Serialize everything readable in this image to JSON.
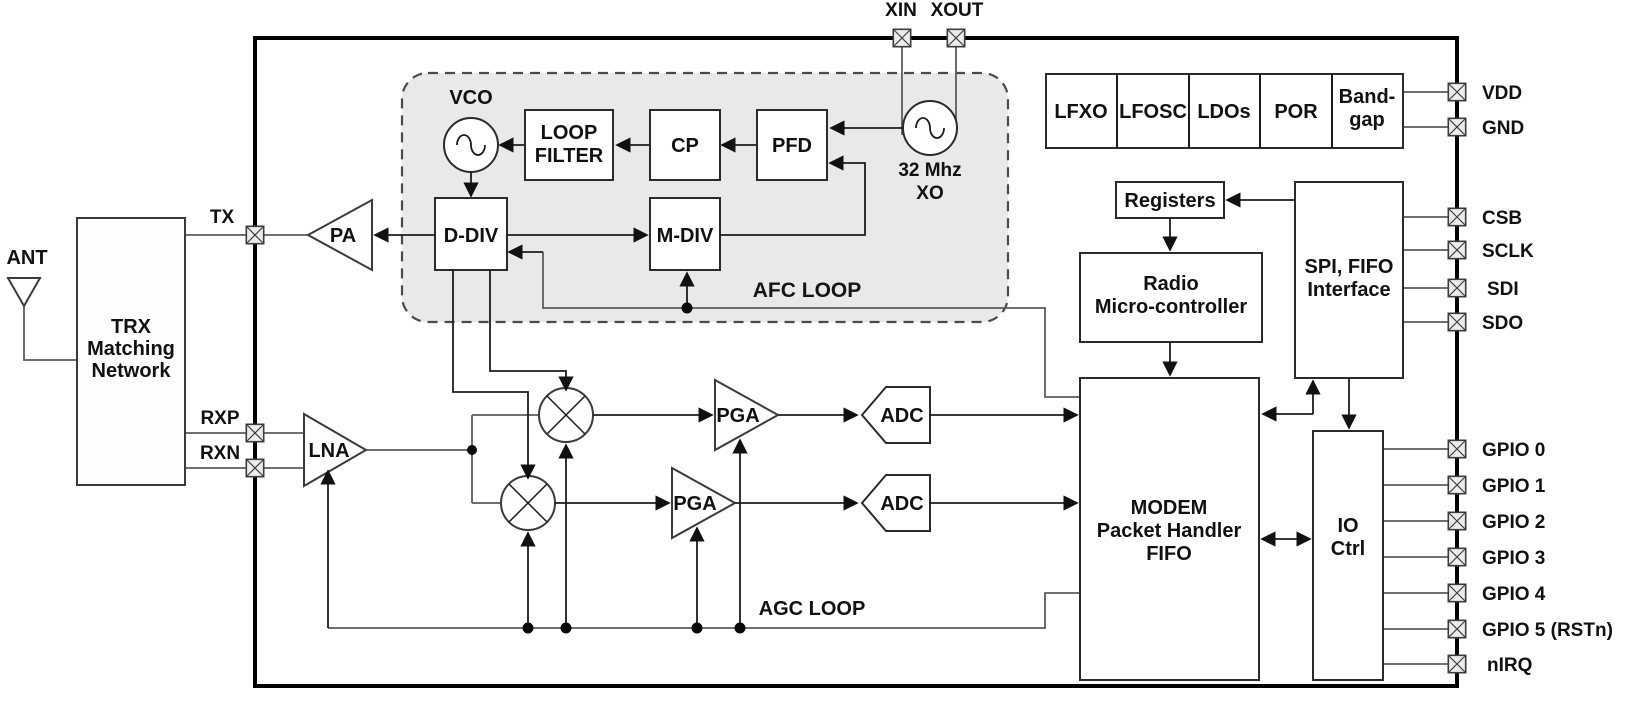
{
  "colors": {
    "background": "#ffffff",
    "afc_region_fill": "#e9e9e9",
    "wire": "#5c5c5c",
    "arrow": "#1c1c1c",
    "block_stroke": "#2b2b2b",
    "pin_fill": "#ececec"
  },
  "external": {
    "ant": "ANT",
    "trx": [
      "TRX",
      "Matching",
      "Network"
    ]
  },
  "pins": {
    "top": [
      "XIN",
      "XOUT"
    ],
    "left": [
      "TX",
      "RXP",
      "RXN"
    ],
    "right": [
      "VDD",
      "GND",
      "CSB",
      "SCLK",
      "SDI",
      "SDO",
      "GPIO 0",
      "GPIO 1",
      "GPIO 2",
      "GPIO 3",
      "GPIO 4",
      "GPIO 5 (RSTn)",
      "nIRQ"
    ]
  },
  "afc": {
    "label": "AFC LOOP",
    "vco": "VCO",
    "loop_filter": [
      "LOOP",
      "FILTER"
    ],
    "cp": "CP",
    "pfd": "PFD",
    "d_div": "D-DIV",
    "m_div": "M-DIV",
    "xo": [
      "32 Mhz",
      "XO"
    ]
  },
  "tx_chain": {
    "pa": "PA"
  },
  "rx_chain": {
    "lna": "LNA",
    "pga_i": "PGA",
    "pga_q": "PGA",
    "adc_i": "ADC",
    "adc_q": "ADC",
    "agc_label": "AGC LOOP"
  },
  "power_row": [
    "LFXO",
    "LFOSC",
    "LDOs",
    "POR"
  ],
  "bandgap": [
    "Band-",
    "gap"
  ],
  "digital": {
    "registers": "Registers",
    "mcu": [
      "Radio",
      "Micro-controller"
    ],
    "spi": [
      "SPI, FIFO",
      "Interface"
    ],
    "modem": [
      "MODEM",
      "Packet Handler",
      "FIFO"
    ],
    "io": [
      "IO",
      "Ctrl"
    ]
  }
}
